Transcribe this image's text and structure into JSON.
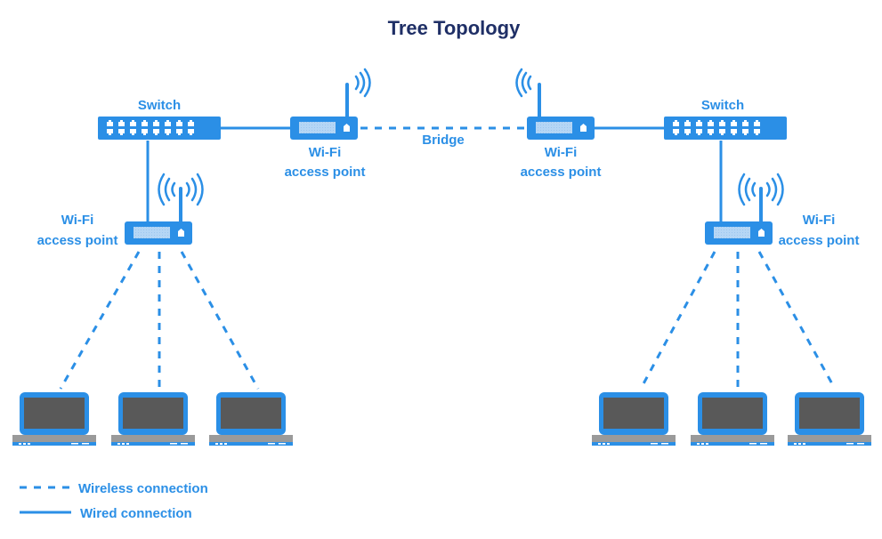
{
  "title": "Tree Topology",
  "colors": {
    "accent": "#2b8fe6",
    "title": "#1f2f66",
    "screen": "#595959",
    "keyboard": "#9a9a9a"
  },
  "nodes": {
    "switch_left": {
      "label": "Switch"
    },
    "switch_right": {
      "label": "Switch"
    },
    "ap_top_left": {
      "label_line1": "Wi-Fi",
      "label_line2": "access point"
    },
    "ap_top_right": {
      "label_line1": "Wi-Fi",
      "label_line2": "access point"
    },
    "ap_bottom_left": {
      "label_line1": "Wi-Fi",
      "label_line2": "access point"
    },
    "ap_bottom_right": {
      "label_line1": "Wi-Fi",
      "label_line2": "access point"
    }
  },
  "links": {
    "bridge_label": "Bridge"
  },
  "laptops_per_group": 3,
  "legend": {
    "wireless": "Wireless connection",
    "wired": "Wired connection"
  }
}
